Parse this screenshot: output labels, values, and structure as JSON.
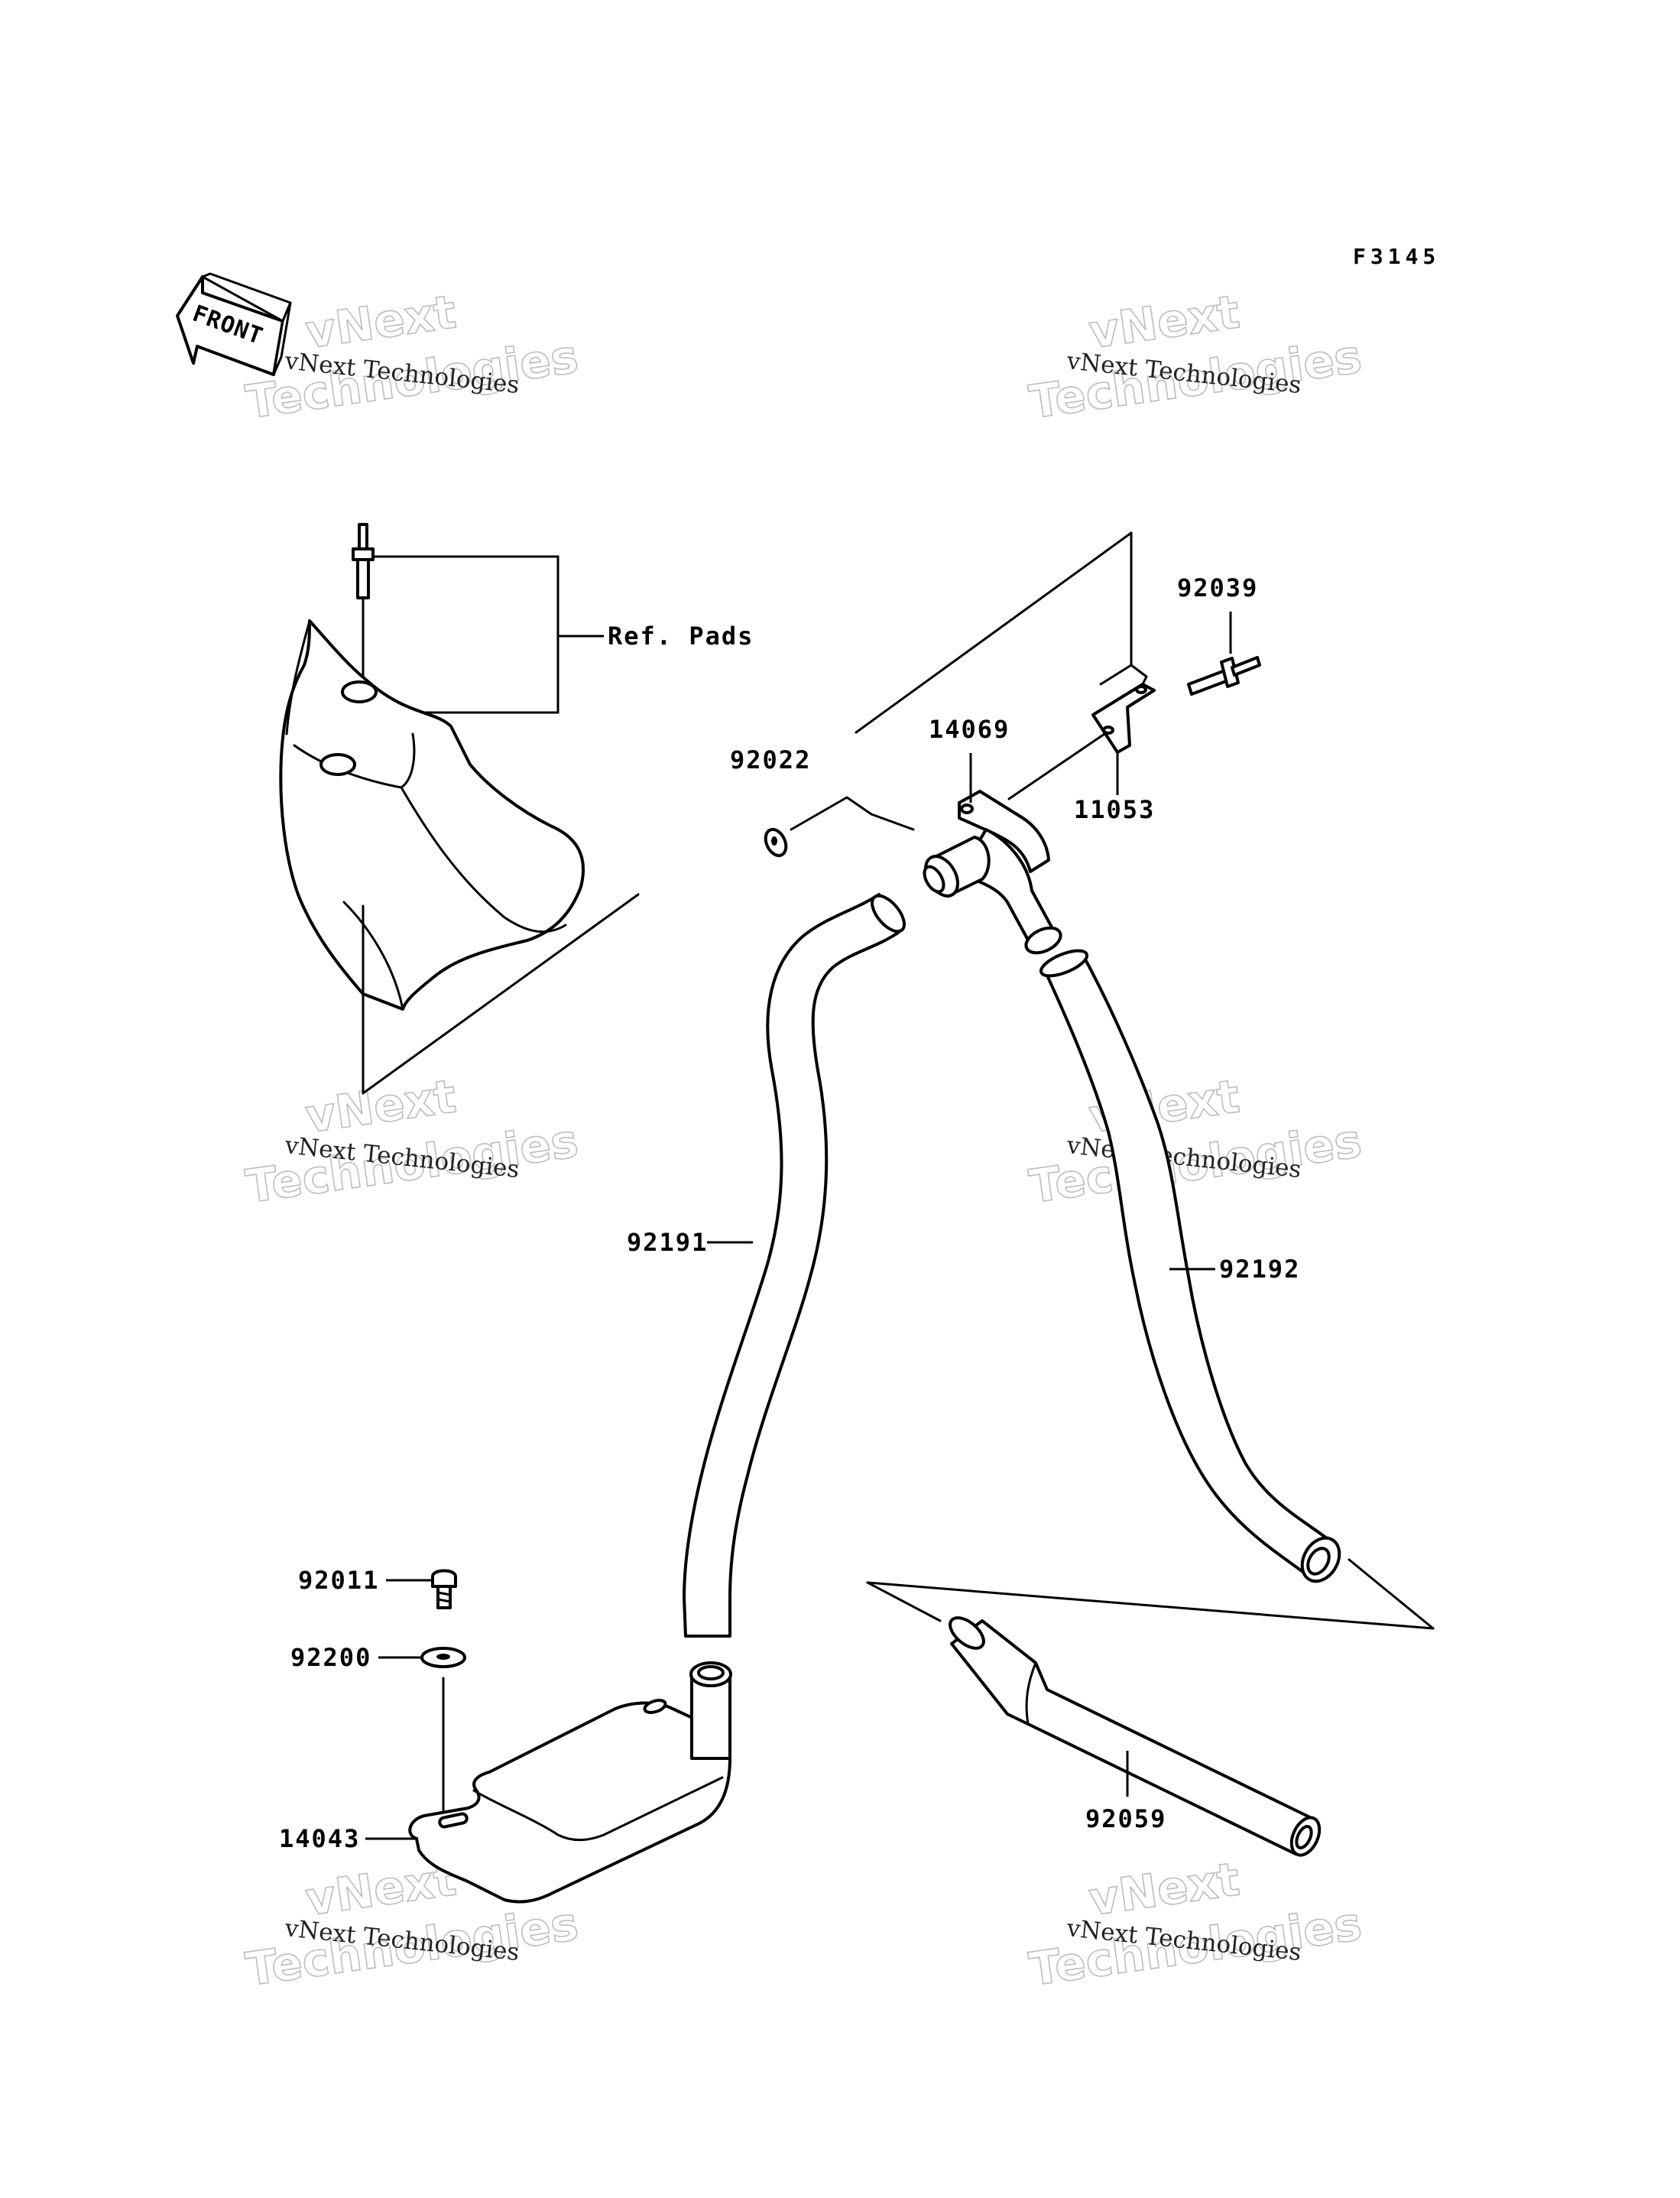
{
  "diagram": {
    "code": "F3145",
    "front_label": "FRONT",
    "ref_label": "Ref. Pads",
    "watermark": {
      "line_small": "vNext Technologies",
      "line_big_1": "vNext",
      "line_big_2": "Technologies"
    },
    "parts": [
      {
        "number": "92039"
      },
      {
        "number": "14069"
      },
      {
        "number": "92022"
      },
      {
        "number": "11053"
      },
      {
        "number": "92191"
      },
      {
        "number": "92192"
      },
      {
        "number": "92011"
      },
      {
        "number": "92200"
      },
      {
        "number": "14043"
      },
      {
        "number": "92059"
      }
    ]
  }
}
